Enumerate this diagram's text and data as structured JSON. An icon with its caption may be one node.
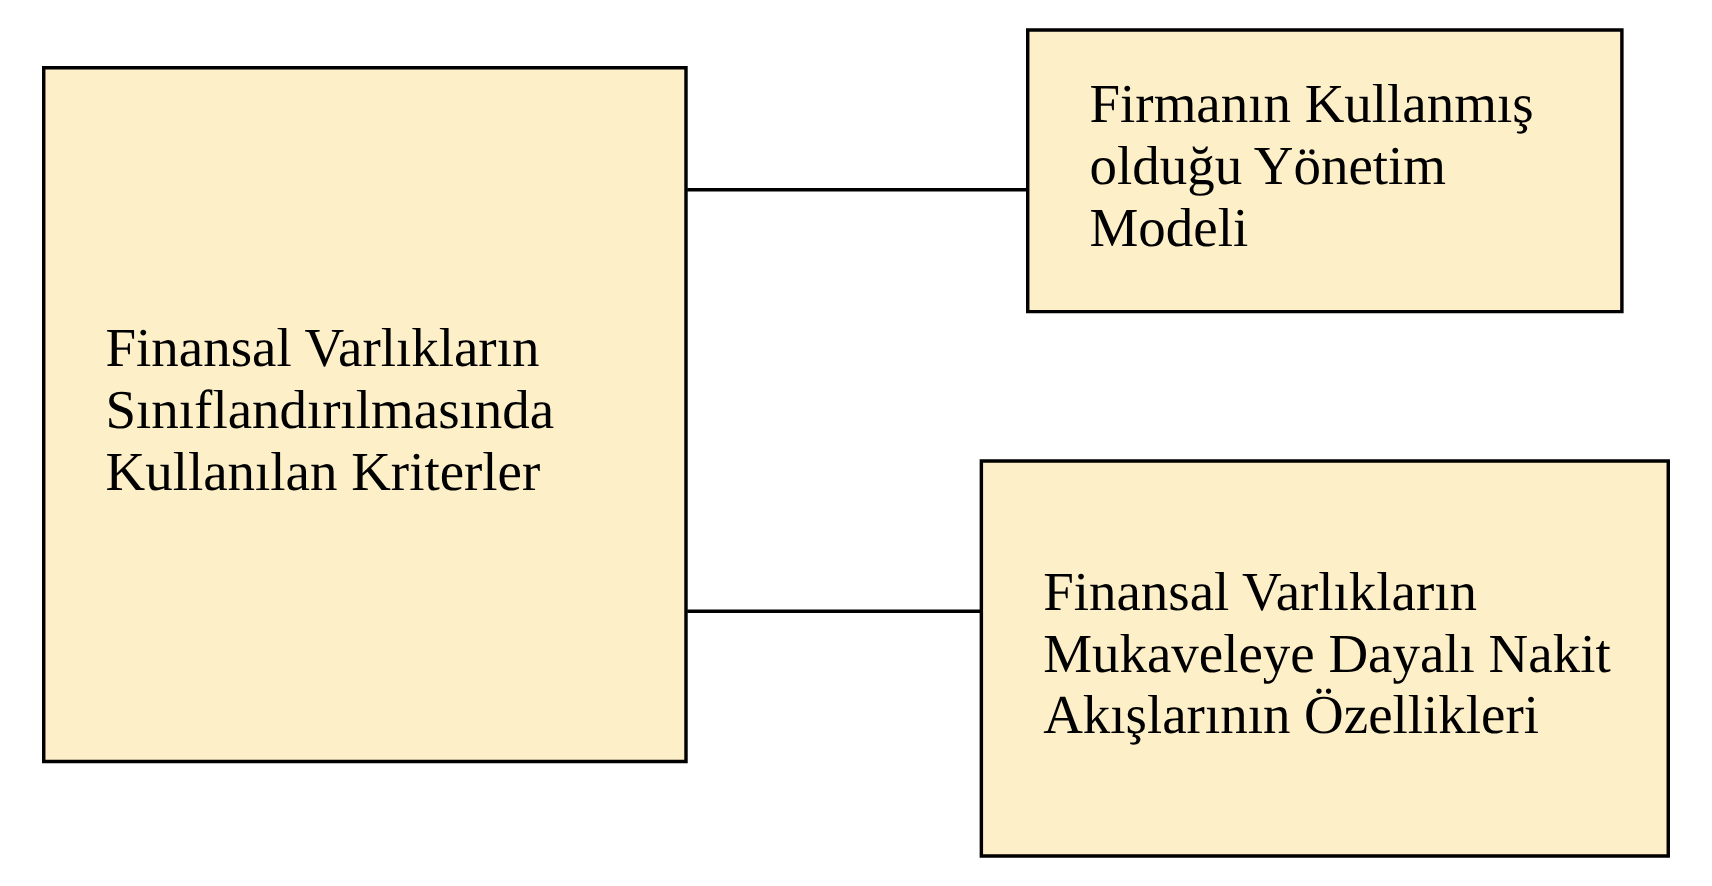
{
  "diagram": {
    "nodes": [
      {
        "text": [
          "Finansal Varlıkların Sınıflandırılmasında Kullanılan Kriterler"
        ]
      },
      {
        "text": [
          "Firmanın Kullanmış olduğu Yönetim Modeli"
        ]
      },
      {
        "text": [
          "Finansal Varlıkların Mukaveleye Dayalı Nakit Akışlarının Özellikleri"
        ]
      }
    ],
    "edges": [
      {
        "from": 0,
        "to": 1,
        "arrow": "none"
      },
      {
        "from": 0,
        "to": 2,
        "arrow": "none"
      }
    ]
  }
}
